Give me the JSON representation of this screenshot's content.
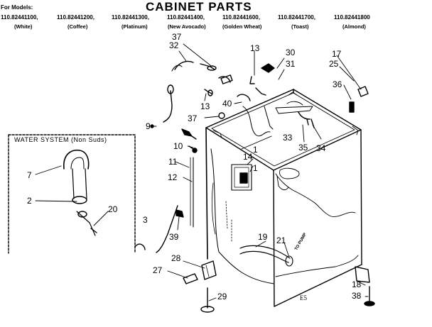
{
  "header": {
    "for_models": "For Models:",
    "title": "CABINET PARTS",
    "models": [
      "110.82441100,",
      "110.82441200,",
      "110.82441300,",
      "110.82441400,",
      "110.82441600,",
      "110.82441700,",
      "110.82441800"
    ],
    "colors": [
      "(White)",
      "(Coffee)",
      "(Platinum)",
      "(New Avocado)",
      "(Golden Wheat)",
      "(Toast)",
      "(Almond)"
    ]
  },
  "water_system": {
    "title": "WATER SYSTEM (Non Suds)"
  },
  "callouts": {
    "c37a": "37",
    "c32": "32",
    "c13a": "13",
    "c30": "30",
    "c31": "31",
    "c17": "17",
    "c25": "25",
    "c36": "36",
    "c13b": "13",
    "c40": "40",
    "c37b": "37",
    "c9": "9",
    "c10": "10",
    "c33": "33",
    "c35": "35",
    "c34": "34",
    "c14": "14",
    "c1a": "1",
    "c1b": "1",
    "c11": "11",
    "c12": "12",
    "c7": "7",
    "c2": "2",
    "c20": "20",
    "c3": "3",
    "c39": "39",
    "c19": "19",
    "c21": "21",
    "c28": "28",
    "c27": "27",
    "c29": "29",
    "c18": "18",
    "c38": "38"
  },
  "pump_label": "TO PUMP",
  "figure_code": "E5"
}
